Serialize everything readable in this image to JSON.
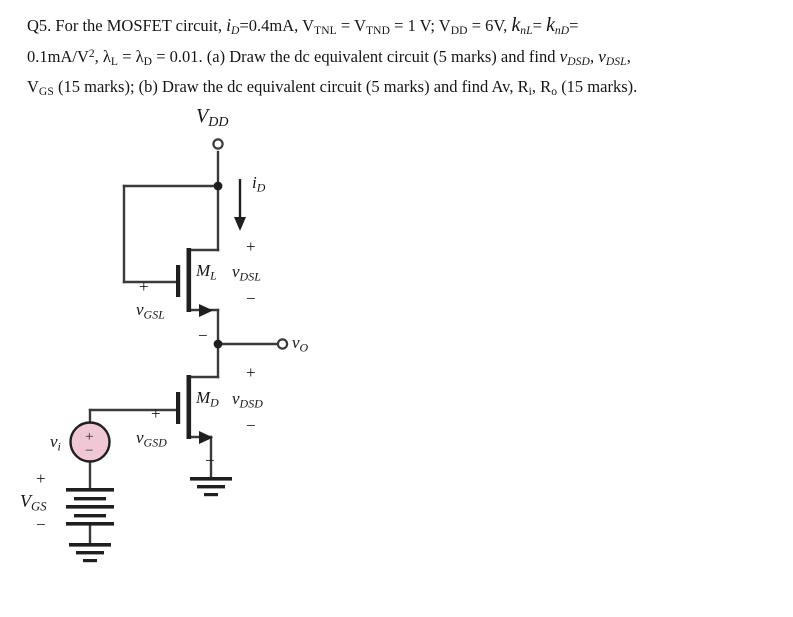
{
  "problem": {
    "id": "Q5.",
    "line1": {
      "intro": "Q5. For the MOSFET circuit,",
      "id_current": "i",
      "id_sub": "D",
      "id_value": "=0.4mA,",
      "vtnl": "V",
      "vtnl_sub": "TNL",
      "eq1": "=",
      "vtnd": "V",
      "vtnd_sub": "TND",
      "eq2": "= 1 V;",
      "vdd": "V",
      "vdd_sub": "DD",
      "vdd_value": "= 6V,",
      "knl": "k",
      "knl_sub": "nL",
      "knl_eq": "=",
      "knd": "k",
      "knd_sub": "nD",
      "knd_eq": "="
    },
    "line2": {
      "kn_value": "0.1mA/V",
      "kn_exp": "2",
      "comma": ",",
      "lambda_l": "λ",
      "lambda_l_sub": "L",
      "lam_eq1": "=",
      "lambda_d": "λ",
      "lambda_d_sub": "D",
      "lam_value": "= 0.01.",
      "part_a": "(a) Draw the dc equivalent circuit (5 marks) and find",
      "vdsd": "v",
      "vdsd_sub": "DSD",
      "sep": ",",
      "vdsl": "v",
      "vdsl_sub": "DSL",
      "trail": ","
    },
    "line3": {
      "vgs": "V",
      "vgs_sub": "GS",
      "marks_a": "(15 marks);",
      "part_b": "(b) Draw the dc equivalent circuit (5 marks) and find Av,",
      "ri": "R",
      "ri_sub": "i",
      "ri_sep": ",",
      "ro": "R",
      "ro_sub": "o",
      "marks_b": "(15 marks)."
    }
  },
  "circuit": {
    "title": "MOSFET amplifier with enhancement load",
    "supply": {
      "label_main": "V",
      "label_sub": "DD"
    },
    "drain_current": {
      "label_main": "i",
      "label_sub": "D"
    },
    "load_transistor": {
      "name_main": "M",
      "name_sub": "L",
      "vds_main": "v",
      "vds_sub": "DSL",
      "vgs_main": "v",
      "vgs_sub": "GSL",
      "plus": "+",
      "minus": "−"
    },
    "driver_transistor": {
      "name_main": "M",
      "name_sub": "D",
      "vds_main": "v",
      "vds_sub": "DSD",
      "vgs_main": "v",
      "vgs_sub": "GSD",
      "plus": "+",
      "minus": "−"
    },
    "output": {
      "label_main": "v",
      "label_sub": "O"
    },
    "input_source": {
      "label_main": "v",
      "label_sub": "i",
      "plus": "+",
      "minus": "−"
    },
    "bias_source": {
      "label_main": "V",
      "label_sub": "GS",
      "plus": "+",
      "minus": "−"
    },
    "colors": {
      "source_fill": "#f0c8d5",
      "wire": "#3a3a3a",
      "text": "#161616"
    }
  }
}
